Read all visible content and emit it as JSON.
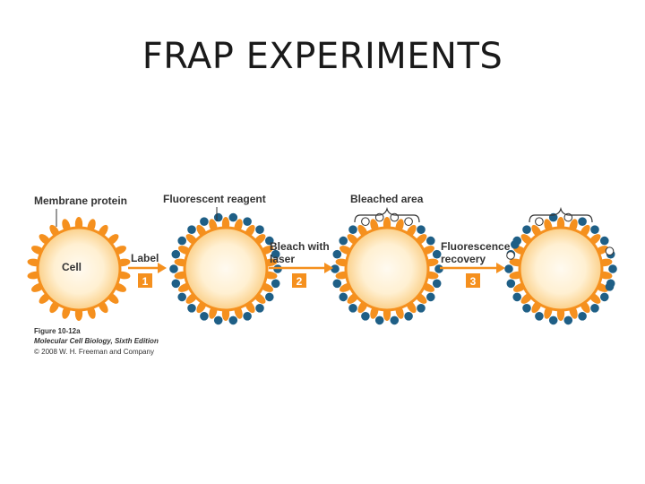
{
  "title": "FRAP EXPERIMENTS",
  "labels": {
    "membrane_protein": "Membrane protein",
    "cell": "Cell",
    "fluorescent_reagent": "Fluorescent reagent",
    "bleached_area": "Bleached area",
    "label_step": "Label",
    "bleach_line1": "Bleach with",
    "bleach_line2": "laser",
    "recovery_line1": "Fluorescence",
    "recovery_line2": "recovery"
  },
  "steps": [
    "1",
    "2",
    "3"
  ],
  "caption": {
    "figure": "Figure 10-12a",
    "book": "Molecular Cell Biology, Sixth Edition",
    "copyright": "© 2008 W. H. Freeman and Company"
  },
  "colors": {
    "membrane_protein": "#f5901e",
    "fluorescent_tag": "#1f5f86",
    "bleached_tag": "#ffffff",
    "cell_center": "#fffaf0",
    "cell_edge": "#fbd08a",
    "arrow": "#f5901e",
    "step_box": "#f5901e"
  },
  "cells": [
    {
      "stage": "unlabeled",
      "fluorescent": false,
      "bleached_fraction": 0
    },
    {
      "stage": "labeled",
      "fluorescent": true,
      "bleached_fraction": 0
    },
    {
      "stage": "bleached",
      "fluorescent": true,
      "bleached_fraction": 0.18
    },
    {
      "stage": "recovered",
      "fluorescent": true,
      "bleached_fraction": 0.18,
      "dispersed": true
    }
  ]
}
